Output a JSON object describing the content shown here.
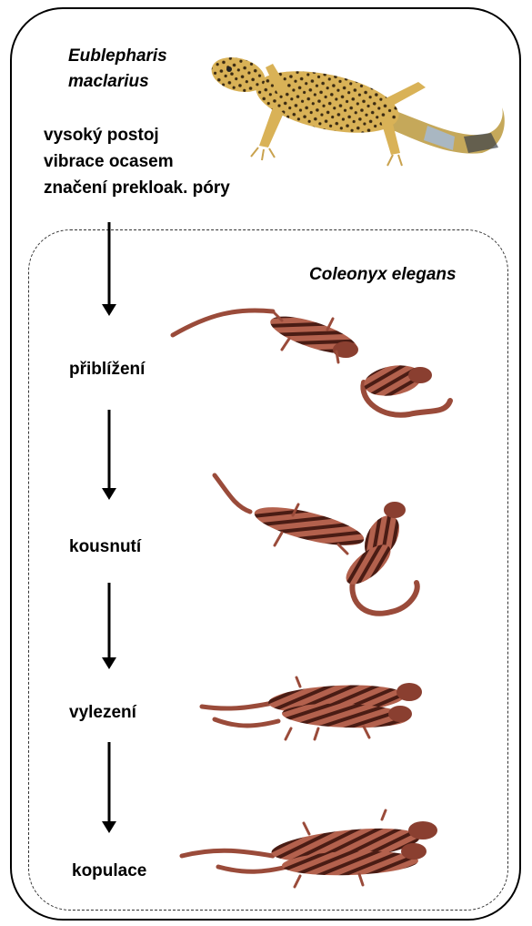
{
  "species": {
    "top": [
      "Eublepharis",
      "maclarius"
    ],
    "inner": "Coleonyx elegans"
  },
  "traits": [
    "vysoký postoj",
    "vibrace ocasem",
    "značení prekloak. póry"
  ],
  "stages": [
    "přiblížení",
    "kousnutí",
    "vylezení",
    "kopulace"
  ],
  "colors": {
    "leopard_gecko": "#d9b257",
    "leopard_spots": "#3a2a12",
    "leopard_tail_band": "#a9b7c2",
    "banded_gecko": "#9a4b3a",
    "banded_gecko_bands": "#4a1c14"
  },
  "icons": [
    "leopard-gecko-image",
    "banded-gecko-pair-image",
    "down-arrow-icon"
  ]
}
